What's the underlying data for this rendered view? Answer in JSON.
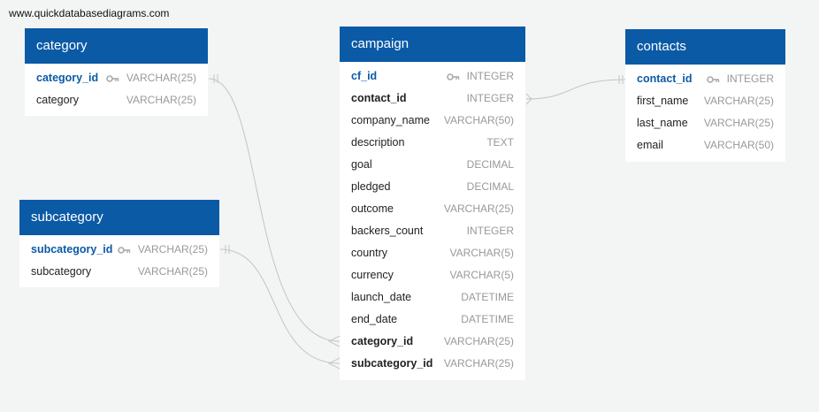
{
  "watermark": "www.quickdatabasediagrams.com",
  "tables": {
    "category": {
      "title": "category",
      "rows": [
        {
          "name": "category_id",
          "type": "VARCHAR(25)",
          "pk": true
        },
        {
          "name": "category",
          "type": "VARCHAR(25)"
        }
      ]
    },
    "subcategory": {
      "title": "subcategory",
      "rows": [
        {
          "name": "subcategory_id",
          "type": "VARCHAR(25)",
          "pk": true
        },
        {
          "name": "subcategory",
          "type": "VARCHAR(25)"
        }
      ]
    },
    "campaign": {
      "title": "campaign",
      "rows": [
        {
          "name": "cf_id",
          "type": "INTEGER",
          "pk": true
        },
        {
          "name": "contact_id",
          "type": "INTEGER",
          "fk": true
        },
        {
          "name": "company_name",
          "type": "VARCHAR(50)"
        },
        {
          "name": "description",
          "type": "TEXT"
        },
        {
          "name": "goal",
          "type": "DECIMAL"
        },
        {
          "name": "pledged",
          "type": "DECIMAL"
        },
        {
          "name": "outcome",
          "type": "VARCHAR(25)"
        },
        {
          "name": "backers_count",
          "type": "INTEGER"
        },
        {
          "name": "country",
          "type": "VARCHAR(5)"
        },
        {
          "name": "currency",
          "type": "VARCHAR(5)"
        },
        {
          "name": "launch_date",
          "type": "DATETIME"
        },
        {
          "name": "end_date",
          "type": "DATETIME"
        },
        {
          "name": "category_id",
          "type": "VARCHAR(25)",
          "fk": true
        },
        {
          "name": "subcategory_id",
          "type": "VARCHAR(25)",
          "fk": true
        }
      ]
    },
    "contacts": {
      "title": "contacts",
      "rows": [
        {
          "name": "contact_id",
          "type": "INTEGER",
          "pk": true
        },
        {
          "name": "first_name",
          "type": "VARCHAR(25)"
        },
        {
          "name": "last_name",
          "type": "VARCHAR(25)"
        },
        {
          "name": "email",
          "type": "VARCHAR(50)"
        }
      ]
    }
  },
  "colors": {
    "header": "#0b5aa6",
    "pk_text": "#0b5aa6",
    "type_text": "#999999",
    "line": "#c2c2c2"
  }
}
